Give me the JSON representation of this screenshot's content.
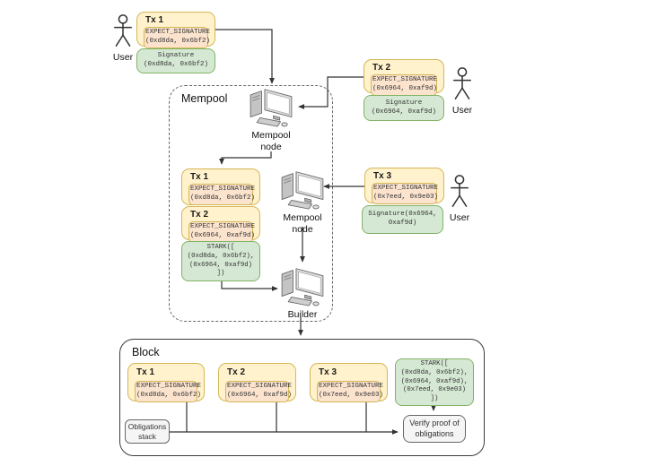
{
  "colors": {
    "tx_fill": "#FFF2CC",
    "tx_stroke": "#D6B656",
    "expect_fill": "#FBE3CE",
    "green_fill": "#D5E8D4",
    "green_stroke": "#82B366",
    "gray_fill": "#F5F5F5",
    "gray_stroke": "#666666",
    "connector": "#333333"
  },
  "sources": [
    {
      "title": "Tx 1",
      "expect": "EXPECT_SIGNATURE",
      "args": "(0xd8da, 0x6bf2)",
      "sig1": "Signature",
      "sig2": "(0xd8da, 0x6bf2)",
      "user": "User"
    },
    {
      "title": "Tx 2",
      "expect": "EXPECT_SIGNATURE",
      "args": "(0x6964, 0xaf9d)",
      "sig1": "Signature",
      "sig2": "(0x6964, 0xaf9d)",
      "user": "User"
    },
    {
      "title": "Tx 3",
      "expect": "EXPECT_SIGNATURE",
      "args": "(0x7eed, 0x9e03)",
      "sig1": "Signature(0x6964,",
      "sig2": "0xaf9d)",
      "user": "User"
    }
  ],
  "mempool": {
    "label": "Mempool",
    "node1": {
      "line1": "Mempool",
      "line2": "node"
    },
    "node2": {
      "line1": "Mempool",
      "line2": "node"
    },
    "builder_label": "Builder",
    "queue": [
      {
        "title": "Tx 1",
        "expect": "EXPECT_SIGNATURE",
        "args": "(0xd8da, 0x6bf2)"
      },
      {
        "title": "Tx 2",
        "expect": "EXPECT_SIGNATURE",
        "args": "(0x6964, 0xaf9d)"
      }
    ],
    "stark": [
      "STARK([",
      "(0xd8da, 0x6bf2),",
      "(0x6964, 0xaf9d)",
      "])"
    ]
  },
  "block": {
    "label": "Block",
    "txs": [
      {
        "title": "Tx 1",
        "expect": "EXPECT_SIGNATURE",
        "args": "(0xd8da, 0x6bf2)"
      },
      {
        "title": "Tx 2",
        "expect": "EXPECT_SIGNATURE",
        "args": "(0x6964, 0xaf9d)"
      },
      {
        "title": "Tx 3",
        "expect": "EXPECT_SIGNATURE",
        "args": "(0x7eed, 0x9e03)"
      }
    ],
    "stark": [
      "STARK([",
      "(0xd8da, 0x6bf2),",
      "(0x6964, 0xaf9d),",
      "(0x7eed, 0x9e03)",
      "])"
    ],
    "obligations": {
      "line1": "Obligations",
      "line2": "stack"
    },
    "verify": {
      "line1": "Verify proof of",
      "line2": "obligations"
    }
  }
}
